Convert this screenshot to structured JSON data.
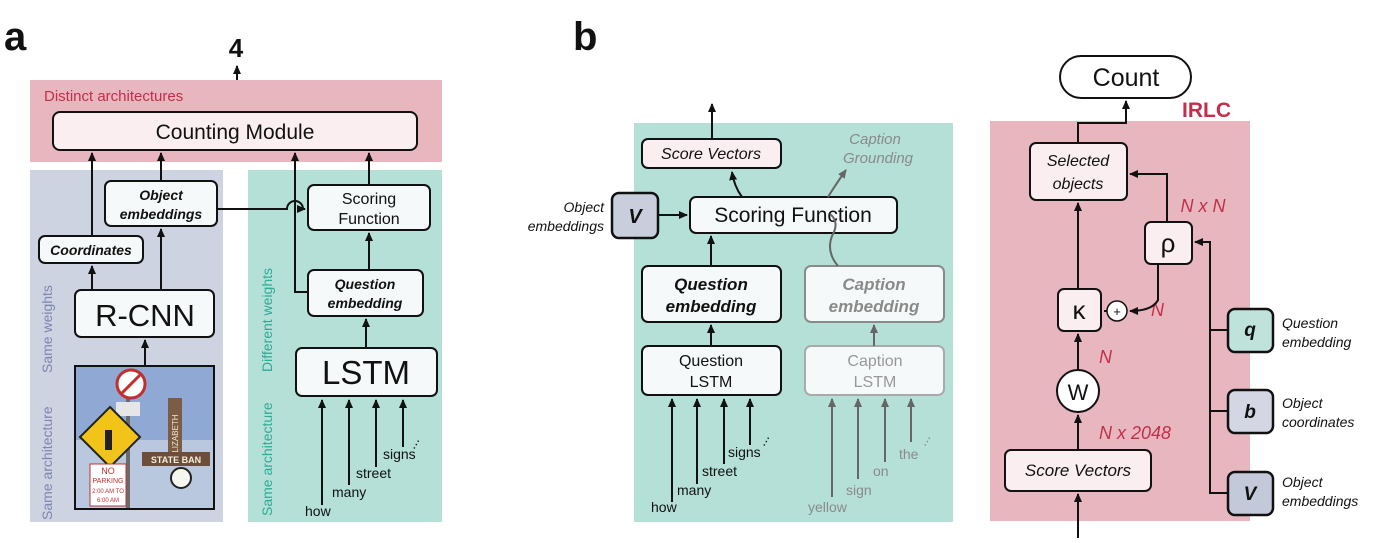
{
  "colors": {
    "pink": "#e8b6be",
    "pink_text": "#c0304a",
    "grayblue": "#ced3e1",
    "grayblue_text": "#7d86ad",
    "teal": "#b5e0d7",
    "teal_text": "#2eaa95",
    "box_fill": "#f5f9f9",
    "box_fill_pink": "#fbeef0",
    "gray_text": "#8a8a8a",
    "node_v": "#c9cedd",
    "node_q": "#bfe3da",
    "node_b": "#d4d7e3",
    "node_v2": "#c4c9da"
  },
  "panel_a": {
    "label": "a",
    "output": "4",
    "distinct_label": "Distinct architectures",
    "counting_module": "Counting Module",
    "object_embeddings_1": "Object",
    "object_embeddings_2": "embeddings",
    "coordinates": "Coordinates",
    "rcnn": "R-CNN",
    "same_arch_left": "Same architecture",
    "same_weights": "Same weights",
    "scoring_1": "Scoring",
    "scoring_2": "Function",
    "question_emb_1": "Question",
    "question_emb_2": "embedding",
    "lstm": "LSTM",
    "same_arch_right": "Same architecture",
    "different_weights": "Different weights",
    "words": [
      "how",
      "many",
      "street",
      "signs",
      "..."
    ],
    "photo_sign_1": "NO",
    "photo_sign_2": "PARKING",
    "photo_sign_3": "2:00 AM TO",
    "photo_sign_4": "6:00 AM",
    "photo_banner": "STATE BAN",
    "photo_vertical": "ELIZABETH"
  },
  "panel_b": {
    "label": "b",
    "score_vectors": "Score Vectors",
    "caption_grounding_1": "Caption",
    "caption_grounding_2": "Grounding",
    "object_emb_1": "Object",
    "object_emb_2": "embeddings",
    "v_symbol": "V",
    "scoring_function": "Scoring Function",
    "question_emb_1": "Question",
    "question_emb_2": "embedding",
    "caption_emb_1": "Caption",
    "caption_emb_2": "embedding",
    "question_lstm_1": "Question",
    "question_lstm_2": "LSTM",
    "caption_lstm_1": "Caption",
    "caption_lstm_2": "LSTM",
    "q_words": [
      "how",
      "many",
      "street",
      "signs",
      "..."
    ],
    "c_words": [
      "yellow",
      "sign",
      "on",
      "the",
      "..."
    ]
  },
  "irlc": {
    "title": "IRLC",
    "count": "Count",
    "selected_1": "Selected",
    "selected_2": "objects",
    "nxn": "N x N",
    "rho": "ρ",
    "kappa": "κ",
    "plus": "+",
    "n1": "N",
    "n2": "N",
    "w": "W",
    "n_2048": "N x 2048",
    "score_vectors": "Score Vectors",
    "q_symbol": "q",
    "q_label_1": "Question",
    "q_label_2": "embedding",
    "b_symbol": "b",
    "b_label_1": "Object",
    "b_label_2": "coordinates",
    "v_symbol": "V",
    "v_label_1": "Object",
    "v_label_2": "embeddings"
  }
}
